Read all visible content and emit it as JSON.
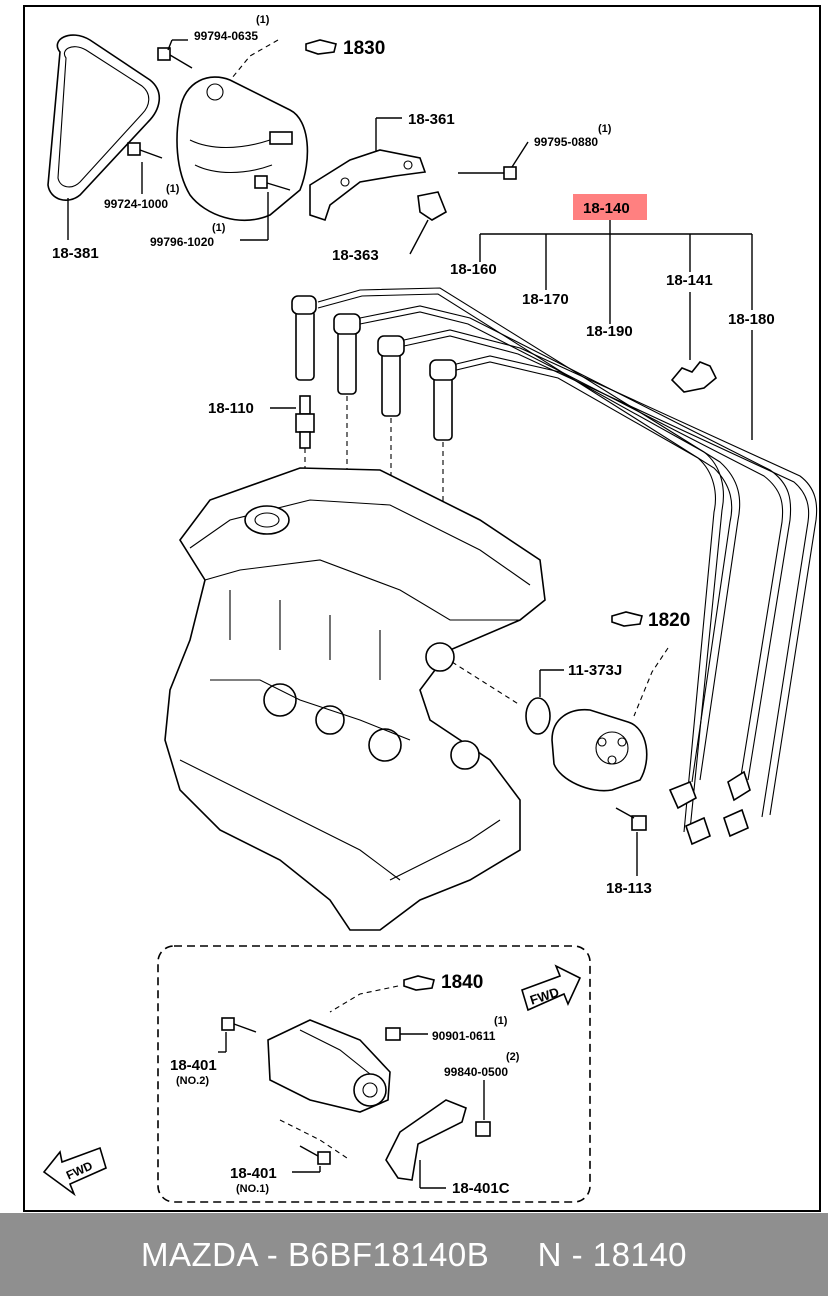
{
  "diagram": {
    "labels": {
      "belt": "18-381",
      "bolt_upper": "99794-0635",
      "bolt_upper_qty": "(1)",
      "bolt_left": "99724-1000",
      "bolt_left_qty": "(1)",
      "bolt_lower": "99796-1020",
      "bolt_lower_qty": "(1)",
      "bracket": "18-361",
      "bracket_bolt": "99795-0880",
      "bracket_bolt_qty": "(1)",
      "clip": "18-363",
      "wire_set": "18-140",
      "wire_160": "18-160",
      "wire_170": "18-170",
      "wire_190": "18-190",
      "wire_141": "18-141",
      "wire_180": "18-180",
      "spark_plug": "18-110",
      "oring": "11-373J",
      "dist_bolt": "18-113",
      "starter_bolt_no2": "18-401",
      "starter_bolt_no2_sub": "(NO.2)",
      "starter_bolt_no1": "18-401",
      "starter_bolt_no1_sub": "(NO.1)",
      "starter_bracket": "18-401C",
      "nut": "90901-0611",
      "nut_qty": "(1)",
      "washer": "99840-0500",
      "washer_qty": "(2)"
    },
    "sections": {
      "alternator": "1830",
      "distributor": "1820",
      "starter": "1840"
    },
    "fwd": "FWD",
    "highlight_color": "#ff8080"
  },
  "footer": {
    "text": "MAZDA - B6BF18140B     N - 18140"
  }
}
